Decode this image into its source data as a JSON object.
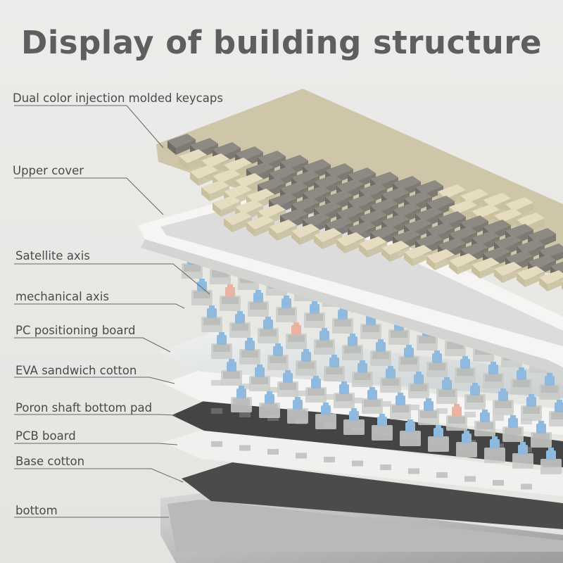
{
  "title": "Display of building structure",
  "layers": [
    {
      "id": "keycaps",
      "label": "Dual color injection molded keycaps"
    },
    {
      "id": "upper-cover",
      "label": "Upper cover"
    },
    {
      "id": "satellite-axis",
      "label": "Satellite axis"
    },
    {
      "id": "mechanical-axis",
      "label": "mechanical axis"
    },
    {
      "id": "pc-board",
      "label": "PC positioning board"
    },
    {
      "id": "eva-cotton",
      "label": "EVA sandwich cotton"
    },
    {
      "id": "poron-pad",
      "label": "Poron shaft bottom pad"
    },
    {
      "id": "pcb-board",
      "label": "PCB board"
    },
    {
      "id": "base-cotton",
      "label": "Base cotton"
    },
    {
      "id": "bottom",
      "label": "bottom"
    }
  ],
  "colors": {
    "keycap_cream": "#e6dcbf",
    "keycap_grey": "#8d8a84",
    "frame_white": "#f5f4f2",
    "switch_blue": "#8fb9dd",
    "switch_pink": "#eab2a0",
    "plate_clear": "#dcdfe0",
    "pcb_dark": "#3e3e3e",
    "title_grey": "#5e5e5e"
  }
}
